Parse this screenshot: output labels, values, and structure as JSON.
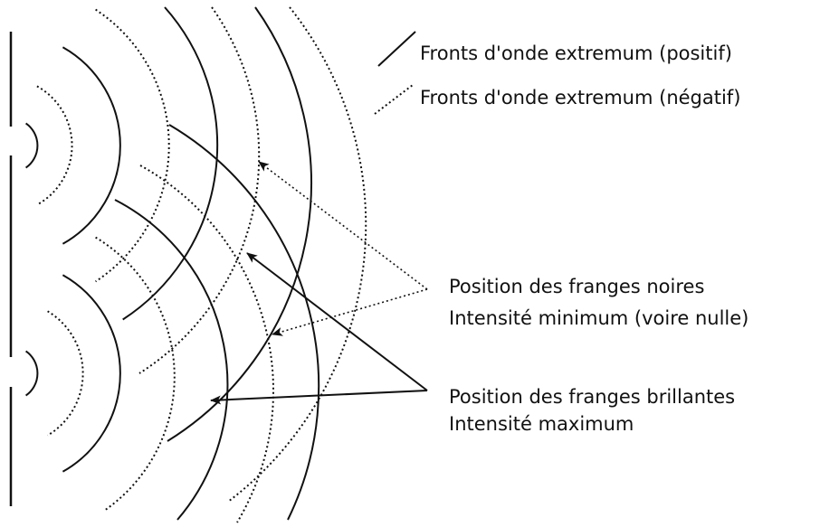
{
  "legend": {
    "positive_label": "Fronts d'onde extremum (positif)",
    "negative_label": "Fronts d'onde extremum (négatif)"
  },
  "annotations": {
    "dark_fringes_line1": "Position des franges noires",
    "dark_fringes_line2": "Intensité minimum (voire nulle)",
    "bright_fringes_line1": "Position des franges brillantes",
    "bright_fringes_line2": "Intensité maximum"
  },
  "colors": {
    "ink": "#111111",
    "background": "#ffffff"
  }
}
